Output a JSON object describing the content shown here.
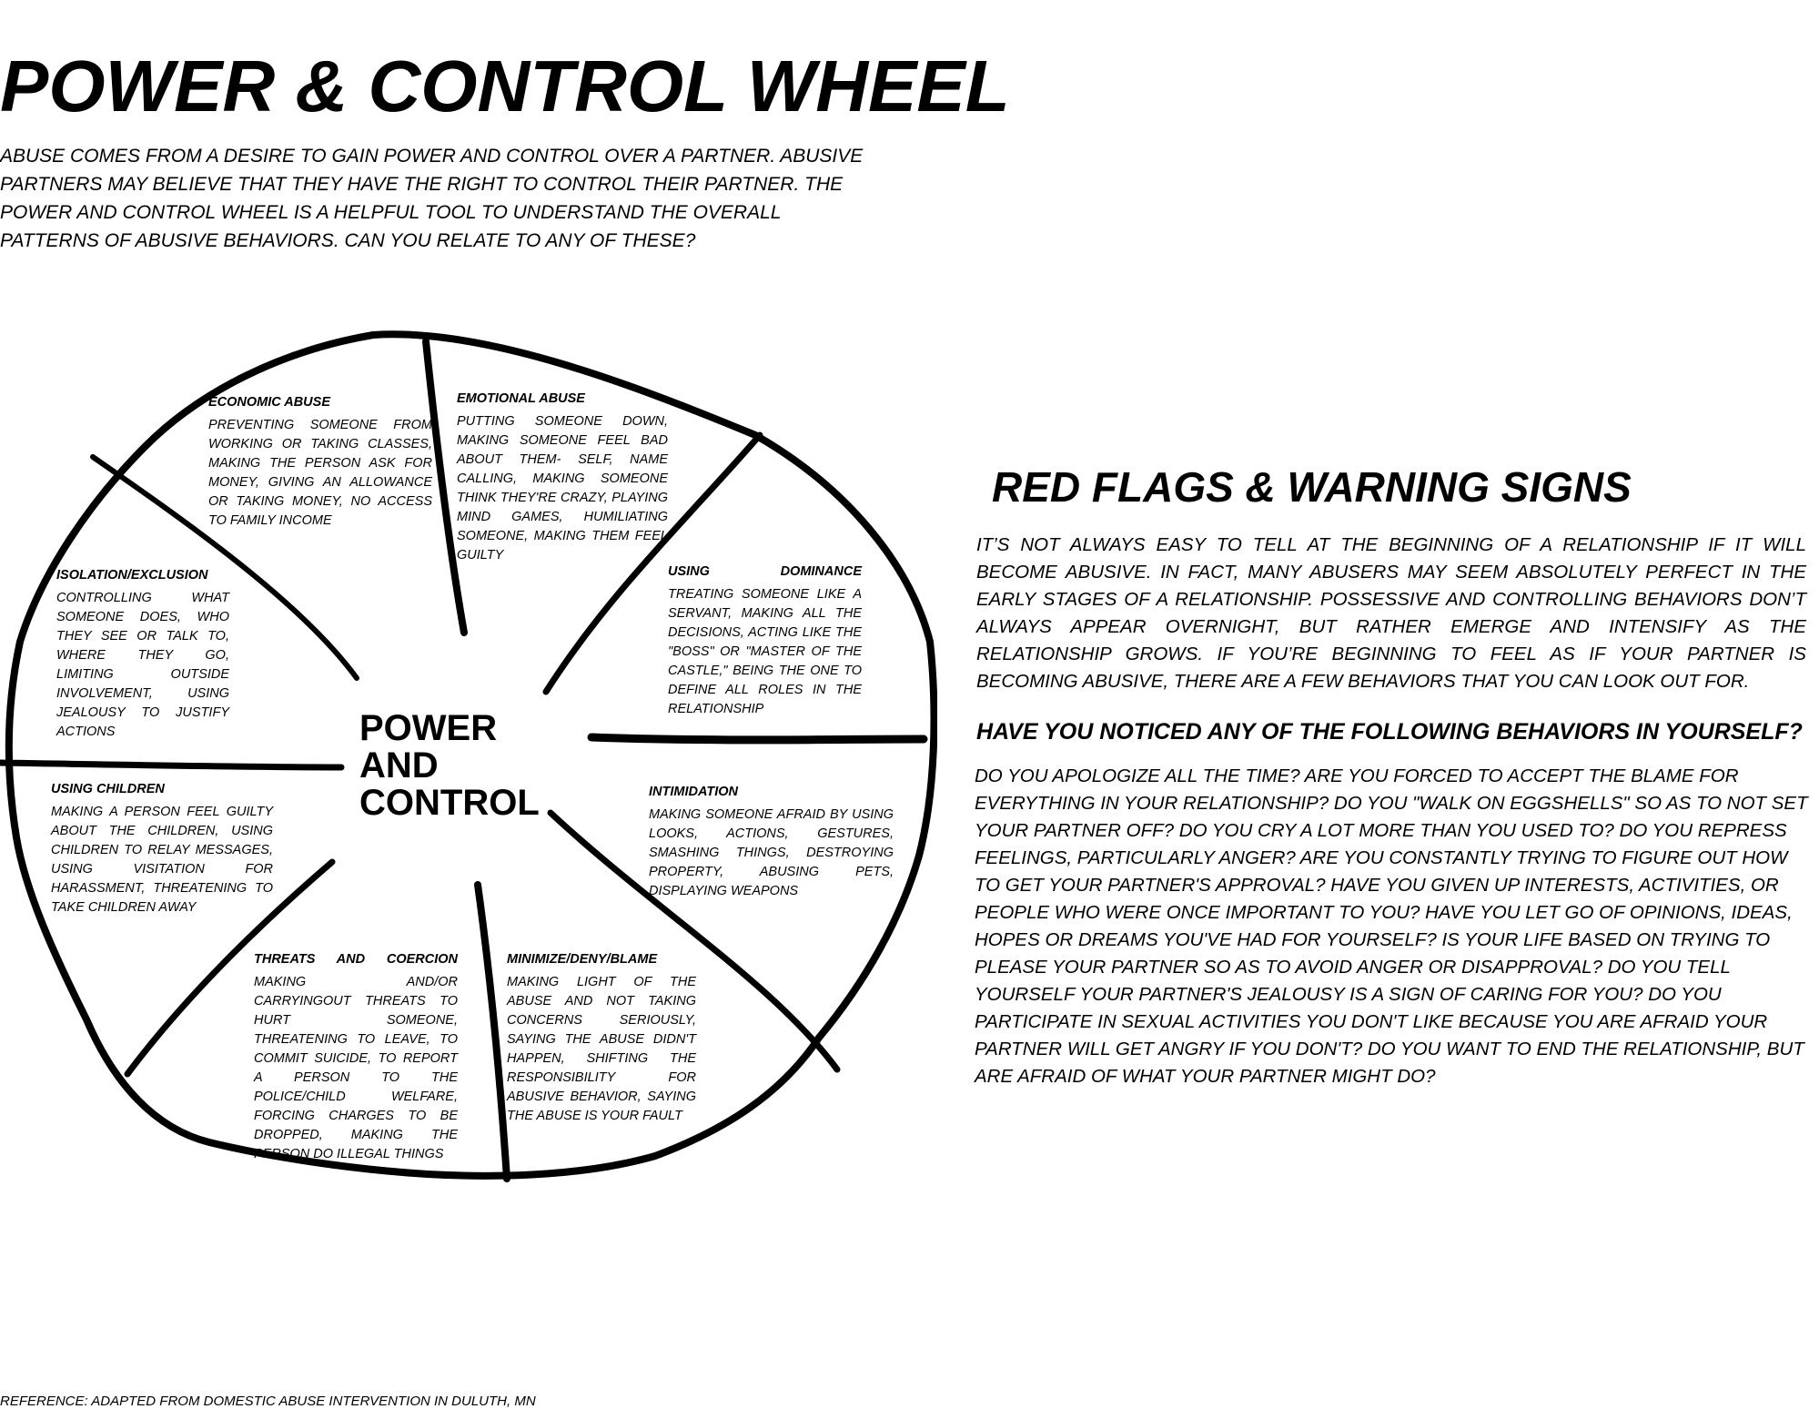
{
  "title": "POWER & CONTROL WHEEL",
  "intro": "ABUSE COMES FROM A DESIRE TO GAIN POWER AND CONTROL OVER A PARTNER. ABUSIVE PARTNERS MAY BELIEVE THAT THEY HAVE THE RIGHT TO CONTROL THEIR PARTNER. THE POWER AND CONTROL WHEEL IS A HELPFUL TOOL TO UNDERSTAND THE OVERALL PATTERNS OF ABUSIVE BEHAVIORS. CAN YOU RELATE TO ANY OF THESE?",
  "wheel": {
    "center": {
      "line1": "POWER",
      "line2": "AND",
      "line3": "CONTROL"
    },
    "segments": {
      "economic": {
        "heading": "ECONOMIC ABUSE",
        "text": "PREVENTING SOMEONE FROM WORKING OR TAKING CLASSES, MAKING THE PERSON ASK FOR MONEY, GIVING AN ALLOWANCE OR TAKING MONEY, NO ACCESS TO FAMILY INCOME"
      },
      "emotional": {
        "heading": "EMOTIONAL ABUSE",
        "text": "PUTTING SOMEONE DOWN, MAKING SOMEONE FEEL BAD ABOUT THEM- SELF, NAME CALLING, MAKING SOMEONE THINK THEY'RE CRAZY, PLAYING MIND GAMES, HUMILIATING SOMEONE, MAKING THEM FEEL GUILTY"
      },
      "isolation": {
        "heading": "ISOLATION/EXCLUSION",
        "text": "CONTROLLING WHAT SOMEONE DOES, WHO THEY SEE OR TALK TO, WHERE THEY GO, LIMITING OUTSIDE INVOLVEMENT, USING JEALOUSY TO JUSTIFY ACTIONS"
      },
      "dominance": {
        "heading": "USING DOMINANCE",
        "text": "TREATING SOMEONE LIKE A SERVANT, MAKING ALL THE DECISIONS, ACTING LIKE THE \"BOSS\" OR \"MASTER OF THE CASTLE,\" BEING THE ONE TO DEFINE ALL ROLES IN THE RELATIONSHIP"
      },
      "children": {
        "heading": "USING CHILDREN",
        "text": "MAKING A PERSON FEEL GUILTY ABOUT THE CHILDREN, USING CHILDREN TO RELAY MESSAGES, USING VISITATION FOR HARASSMENT, THREATENING TO TAKE CHILDREN AWAY"
      },
      "intimidation": {
        "heading": "INTIMIDATION",
        "text": "MAKING SOMEONE AFRAID BY USING LOOKS, ACTIONS, GESTURES, SMASHING THINGS, DESTROYING PROPERTY, ABUSING PETS, DISPLAYING WEAPONS"
      },
      "threats": {
        "heading": "THREATS AND COERCION",
        "text": "MAKING AND/OR CARRYINGOUT THREATS TO HURT SOMEONE, THREATENING TO LEAVE, TO COMMIT SUICIDE, TO REPORT A PERSON TO THE POLICE/CHILD WELFARE, FORCING CHARGES TO BE DROPPED, MAKING THE PERSON DO ILLEGAL THINGS"
      },
      "minimize": {
        "heading": "MINIMIZE/DENY/BLAME",
        "text": "MAKING LIGHT OF THE ABUSE AND NOT TAKING CONCERNS SERIOUSLY, SAYING THE ABUSE DIDN'T HAPPEN, SHIFTING THE RESPONSIBILITY FOR ABUSIVE BEHAVIOR, SAYING THE ABUSE IS YOUR FAULT"
      }
    }
  },
  "red_flags": {
    "title": "RED FLAGS & WARNING SIGNS",
    "intro": "IT’S NOT ALWAYS EASY TO TELL AT THE BEGINNING OF A RELATIONSHIP IF IT WILL BECOME ABUSIVE. IN FACT, MANY ABUSERS MAY SEEM ABSOLUTELY PERFECT IN THE EARLY STAGES OF A RELATIONSHIP. POSSESSIVE AND CONTROLLING BEHAVIORS DON’T ALWAYS APPEAR OVERNIGHT, BUT RATHER EMERGE AND INTENSIFY AS THE RELATIONSHIP GROWS. IF YOU’RE BEGINNING TO FEEL AS IF YOUR PARTNER IS BECOMING ABUSIVE, THERE ARE A FEW BEHAVIORS THAT YOU CAN LOOK OUT FOR.",
    "question": "HAVE YOU NOTICED ANY OF THE FOLLOWING BEHAVIORS IN YOURSELF?",
    "body": "DO YOU APOLOGIZE ALL THE TIME? ARE YOU FORCED TO ACCEPT THE BLAME FOR EVERYTHING IN YOUR RELATIONSHIP? DO YOU \"WALK ON EGGSHELLS\" SO AS TO NOT SET YOUR PARTNER OFF? DO YOU CRY A LOT MORE THAN YOU USED TO? DO YOU REPRESS FEELINGS, PARTICULARLY ANGER? ARE YOU CONSTANTLY TRYING TO FIGURE OUT HOW TO GET YOUR PARTNER'S APPROVAL? HAVE YOU GIVEN UP INTERESTS, ACTIVITIES, OR PEOPLE WHO WERE ONCE IMPORTANT TO YOU? HAVE YOU LET GO OF OPINIONS, IDEAS, HOPES OR DREAMS YOU'VE HAD FOR YOURSELF? IS YOUR LIFE BASED ON TRYING TO PLEASE YOUR PARTNER SO AS TO AVOID ANGER OR DISAPPROVAL? DO YOU TELL YOURSELF YOUR PARTNER'S JEALOUSY IS A SIGN OF CARING FOR YOU? DO YOU PARTICIPATE IN SEXUAL ACTIVITIES YOU DON'T LIKE BECAUSE YOU ARE AFRAID YOUR PARTNER WILL GET ANGRY IF YOU DON'T? DO YOU WANT TO END THE RELATIONSHIP, BUT ARE AFRAID OF WHAT YOUR PARTNER MIGHT DO?"
  },
  "reference": "REFERENCE: ADAPTED FROM DOMESTIC ABUSE INTERVENTION IN DULUTH, MN"
}
